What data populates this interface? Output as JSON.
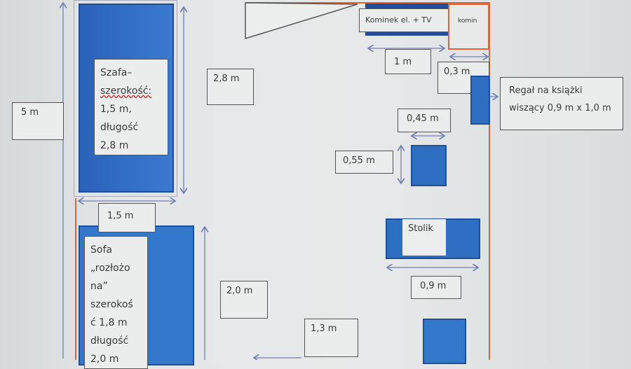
{
  "wardrobe": {
    "label_lines": [
      "Szafa–",
      "szerokość:",
      "1,5 m,",
      "długość",
      "2,8 m"
    ]
  },
  "dimensions": {
    "room_length": "5 m",
    "wardrobe_length": "2,8 m",
    "wardrobe_width": "1,5 m",
    "sofa_length": "2,0 m",
    "gap_width": "1,3 m",
    "fireplace_width": "1 m",
    "chimney_depth": "0,3 m",
    "shelf_width": "0,45 m",
    "shelf_height": "0,55 m",
    "table_width": "0,9 m"
  },
  "sofa": {
    "label_lines": [
      "Sofa",
      "„rozłożo",
      "na”",
      "szerokoś",
      "ć 1,8 m",
      "długość",
      "2,0 m"
    ]
  },
  "fireplace": {
    "label": "Kominek el. + TV"
  },
  "chimney": {
    "label": "komin"
  },
  "bookshelf": {
    "label_lines": [
      "Regał na książki",
      "wiszący 0,9 m x 1,0 m"
    ]
  },
  "table": {
    "label": "Stolik"
  },
  "colors": {
    "furniture": "#2f6fc2",
    "wall": "#d9673a",
    "arrow": "#6f7fb8"
  }
}
